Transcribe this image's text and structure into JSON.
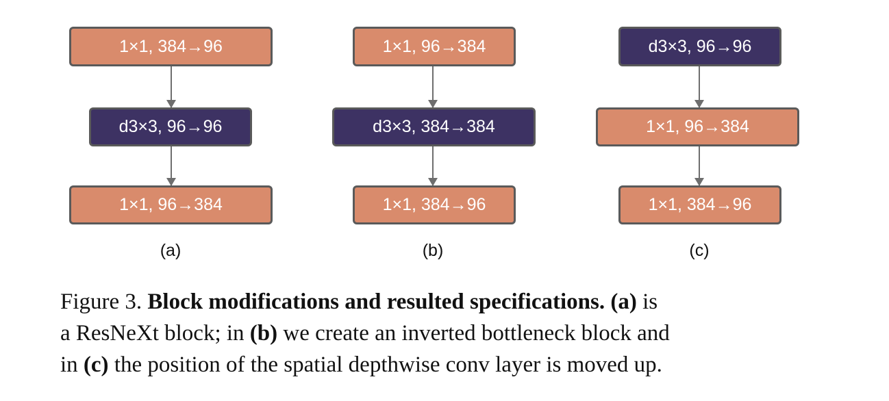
{
  "columns": [
    {
      "label": "(a)",
      "boxes": [
        {
          "text": "1×1, 384→96",
          "kind": "pointwise"
        },
        {
          "text": "d3×3, 96→96",
          "kind": "depthwise"
        },
        {
          "text": "1×1, 96→384",
          "kind": "pointwise"
        }
      ]
    },
    {
      "label": "(b)",
      "boxes": [
        {
          "text": "1×1, 96→384",
          "kind": "pointwise"
        },
        {
          "text": "d3×3, 384→384",
          "kind": "depthwise"
        },
        {
          "text": "1×1, 384→96",
          "kind": "pointwise"
        }
      ]
    },
    {
      "label": "(c)",
      "boxes": [
        {
          "text": "d3×3, 96→96",
          "kind": "depthwise"
        },
        {
          "text": "1×1, 96→384",
          "kind": "pointwise"
        },
        {
          "text": "1×1, 384→96",
          "kind": "pointwise"
        }
      ]
    }
  ],
  "colors": {
    "pointwise": "#d98b6c",
    "depthwise": "#3d3263",
    "border": "#5a5a5a",
    "arrow": "#6e6e6e"
  },
  "caption": {
    "line1_prefix": "Figure 3.",
    "line1_bold": "Block modifications and resulted specifications.",
    "line1_bold_a": "(a)",
    "line1_suffix": "is",
    "line2_prefix": "a ResNeXt block; in",
    "line2_bold_b": "(b)",
    "line2_suffix": "we create an inverted bottleneck block and",
    "line3_prefix": "in",
    "line3_bold_c": "(c)",
    "line3_suffix": "the position of the spatial depthwise conv layer is moved up."
  }
}
